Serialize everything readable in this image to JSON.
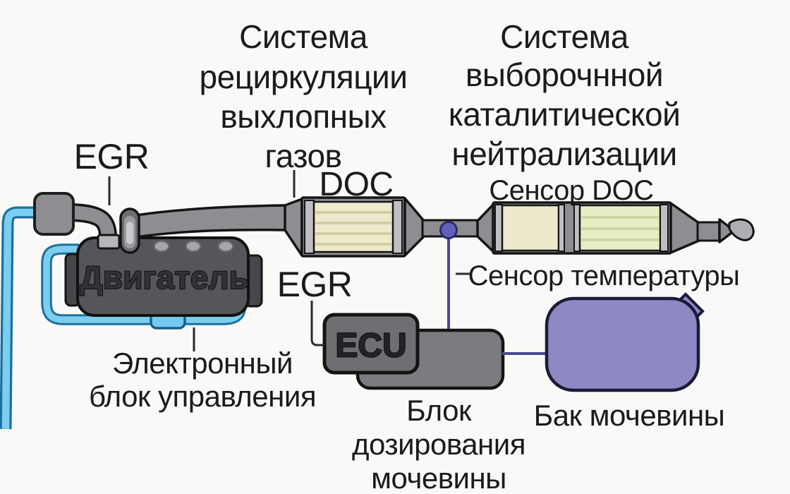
{
  "titles": {
    "egr_system": {
      "lines": [
        "Система",
        "рециркуляции",
        "выхлопных",
        "газов"
      ]
    },
    "scr_system": {
      "lines": [
        "Система",
        "выборочнной",
        "каталитической",
        "нейтрализации"
      ]
    }
  },
  "labels": {
    "egr_top": "EGR",
    "egr_mid": "EGR",
    "doc": "DOC",
    "sensor_doc": "Сенсор DOC",
    "temp_sensor": "Сенсор температуры",
    "engine": "Двигатель",
    "ecu": "ECU",
    "urea_tank": "Бак мочевины"
  },
  "captions": {
    "ecu_unit": [
      "Электронный",
      "блок управления"
    ],
    "dosing_unit": [
      "Блок",
      "дозирования",
      "мочевины"
    ]
  },
  "colors": {
    "background": "#f9f9f7",
    "text": "#1b1b1b",
    "outline": "#141414",
    "metal_gray": "#8e8e92",
    "metal_band": "#bfbfc3",
    "engine_gray": "#56565a",
    "engine_mount_gray": "#47474b",
    "ecu_gray": "#6f6f73",
    "dosing_gray": "#7c7c80",
    "doc_substrate": "#ece9cc",
    "doc_substrate_line": "#cfcba2",
    "scr_substrate": "#e9edc6",
    "scr_substrate_line": "#c9d4a0",
    "coolant_blue": "#7cceee",
    "coolant_outline": "#1d6f9e",
    "cooler_block_blue": "#74c9ee",
    "urea_purple": "#8e88c4",
    "urea_outline": "#1b1b36",
    "wire_purple": "#4a4a8e",
    "sensor_dot": "#6161b9"
  }
}
